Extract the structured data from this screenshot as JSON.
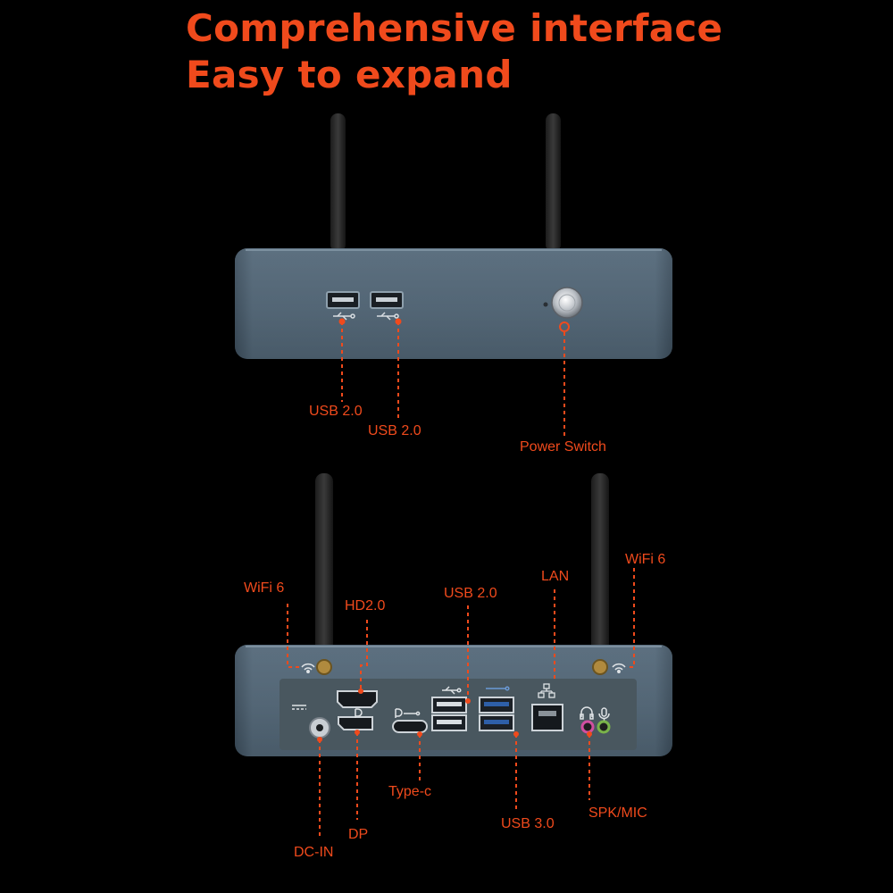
{
  "headline": {
    "line1": "Comprehensive interface",
    "line2": "Easy to expand"
  },
  "colors": {
    "accent": "#f04a1c",
    "background": "#000000",
    "chassis": "#4f6171",
    "usb3_blue": "#2e5fa8"
  },
  "front_panel": {
    "labels": {
      "usb_left": "USB 2.0",
      "usb_right": "USB 2.0",
      "power": "Power Switch"
    }
  },
  "rear_panel": {
    "labels": {
      "wifi_left": "WiFi 6",
      "hd": "HD2.0",
      "usb2": "USB 2.0",
      "lan": "LAN",
      "wifi_right": "WiFi 6",
      "type_c": "Type-c",
      "usb3": "USB 3.0",
      "spk_mic": "SPK/MIC",
      "dp": "DP",
      "dc_in": "DC-IN"
    }
  },
  "icons": [
    "usb-icon",
    "power-button-icon",
    "wifi-icon",
    "network-icon",
    "displayport-icon",
    "headphone-icon",
    "microphone-icon",
    "superspeed-usb-icon"
  ]
}
